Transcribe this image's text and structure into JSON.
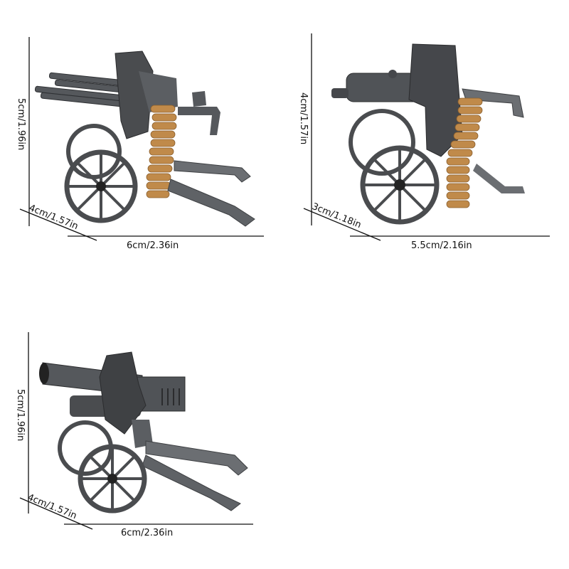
{
  "products": [
    {
      "name": "quad-barrel machine gun",
      "height_label": "5cm/1.96in",
      "depth_label": "4cm/1.57in",
      "width_label": "6cm/2.36in"
    },
    {
      "name": "maxim machine gun",
      "height_label": "4cm/1.57in",
      "depth_label": "3cm/1.18in",
      "width_label": "5.5cm/2.16in"
    },
    {
      "name": "howitzer cannon",
      "height_label": "5cm/1.96in",
      "depth_label": "4cm/1.57in",
      "width_label": "6cm/2.36in"
    }
  ],
  "colors": {
    "body": "#4a4c4f",
    "body_light": "#6b6e72",
    "ammo": "#c08a4a",
    "line": "#111111"
  }
}
